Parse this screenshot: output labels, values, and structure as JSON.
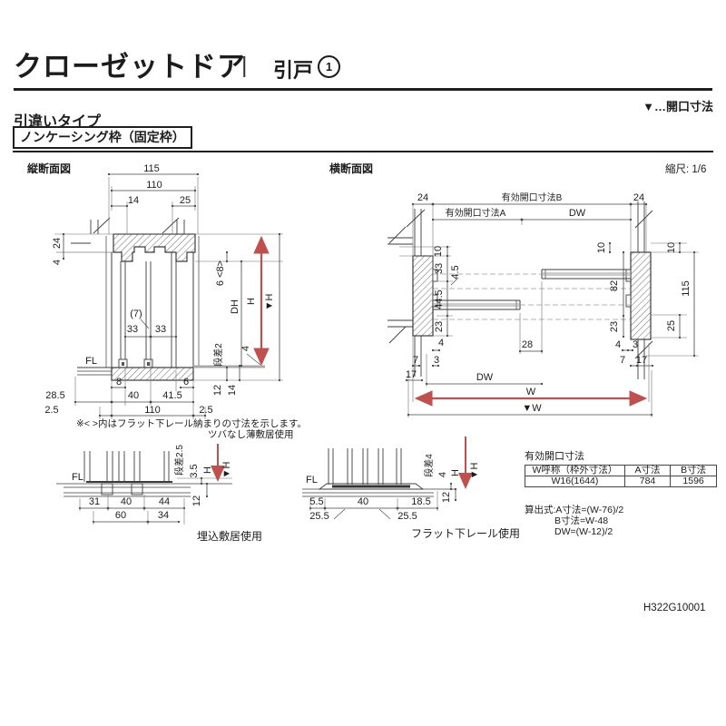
{
  "header": {
    "title": "クローゼットドア",
    "separator": "|",
    "subtitle": "引戸",
    "circle_digit": "1",
    "legend": "▼…開口寸法"
  },
  "subheader": {
    "type_label": "引違いタイプ",
    "frame_label": "ノンケーシング枠（固定枠）"
  },
  "scale_label": "縮尺: 1/6",
  "doc_number": "H322G10001",
  "vs": {
    "title": "縦断面図",
    "d115": "115",
    "d110t": "110",
    "d14": "14",
    "d25": "25",
    "d24": "24",
    "d4a": "4",
    "d6_8": "6 <8>",
    "dDH": "DH",
    "dH": "H",
    "dHm": "▼H",
    "d7p": "(7)",
    "d33a": "33",
    "d33b": "33",
    "dstep": "段差2",
    "d4b": "4",
    "dFL": "FL",
    "d8": "8",
    "d6": "6",
    "d12": "12",
    "d14b": "14",
    "d28_5": "28.5",
    "d40": "40",
    "d41_5": "41.5",
    "d2_5a": "2.5",
    "d110b": "110",
    "d2_5b": "2.5",
    "note1": "※< >内はフラット下レール納まりの寸法を示します。",
    "note2": "ツバなし薄敷居使用"
  },
  "hs": {
    "title": "横断面図",
    "d24l": "24",
    "dB": "有効開口寸法B",
    "d24r": "24",
    "dA": "有効開口寸法A",
    "dDWt": "DW",
    "d10l": "10",
    "d33": "33",
    "d4_5": "4.5",
    "d44_5": "44.5",
    "d23l": "23",
    "d10ri": "10",
    "d82": "82",
    "d23r": "23",
    "d10ro": "10",
    "d115": "115",
    "d25": "25",
    "d28": "28",
    "d4l": "4",
    "d7l": "7",
    "d3l": "3",
    "d17l": "17",
    "d4r": "4",
    "d3r": "3",
    "d7r": "7",
    "d17r": "17",
    "dDWb": "DW",
    "dW": "W",
    "dWm": "▼W"
  },
  "dl": {
    "dFL": "FL",
    "dstep": "段差2.5",
    "d3_5": "3.5",
    "dH": "H",
    "dHm": "▼H",
    "d12": "12",
    "d31": "31",
    "d40": "40",
    "d44": "44",
    "d60": "60",
    "d34": "34",
    "caption": "埋込敷居使用"
  },
  "dm": {
    "dFL": "FL",
    "dstep": "段差4",
    "d4": "4",
    "dH": "H",
    "dHm": "▼H",
    "d12": "12",
    "d5_5": "5.5",
    "d40": "40",
    "d18_5": "18.5",
    "d25_5a": "25.5",
    "d25_5b": "25.5",
    "caption": "フラット下レール使用"
  },
  "table": {
    "title": "有効開口寸法",
    "headers": [
      "W呼称（枠外寸法）",
      "A寸法",
      "B寸法"
    ],
    "row": [
      "W16(1644)",
      "784",
      "1596"
    ]
  },
  "formula": {
    "l1": "算出式:A寸法=(W-76)/2",
    "l2": "B寸法=W-48",
    "l3": "DW=(W-12)/2"
  },
  "colors": {
    "accent_red": "#c0504d",
    "line": "#3c3c3c"
  }
}
